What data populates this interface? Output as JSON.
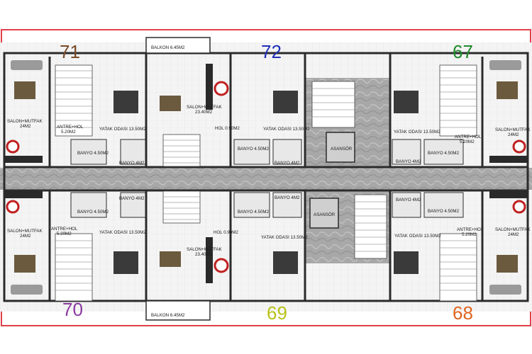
{
  "colors": {
    "border_red": "#e0404a",
    "corridor": "#9a9a9a",
    "wall": "#2b2b2b",
    "floor": "#f2f2f2",
    "unit71": "#7a4b28",
    "unit72": "#1f2fb8",
    "unit67": "#1f8a2a",
    "unit70": "#8a3aa0",
    "unit69": "#b8c21a",
    "unit68": "#e06420"
  },
  "units": {
    "u71": "71",
    "u72": "72",
    "u67": "67",
    "u70": "70",
    "u69": "69",
    "u68": "68"
  },
  "labels": {
    "balkon_top": "BALKON 6.45M2",
    "balkon_bottom": "BALKON 6.45M2",
    "salon_mutfak_23": "SALON+MUTFAK",
    "area_23": "23.40M2",
    "salon_mutfak_24": "SALON+MUTFAK",
    "area_24": "24M2",
    "antre_hol": "ANTRE+HOL",
    "area_520": "5.20M2",
    "yatak_odasi": "YATAK ODASI 13.50M2",
    "hol_090": "HOL 0.90M2",
    "banyo_450": "BANYO 4.50M2",
    "banyo_4": "BANYO 4M2",
    "asansor": "ASANSÖR"
  }
}
